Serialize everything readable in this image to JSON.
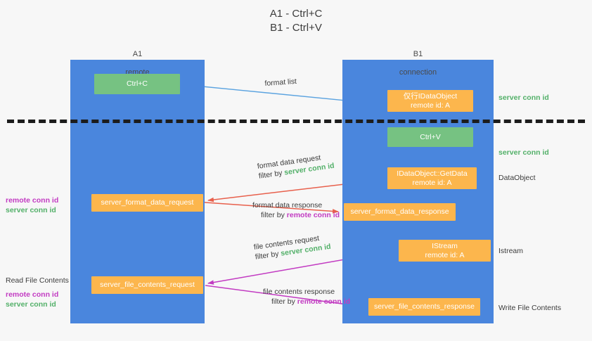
{
  "title": "A1 - Ctrl+C\nB1 - Ctrl+V",
  "colors": {
    "lane": "#4a86dd",
    "green_node": "#76c282",
    "orange_node": "#fcb64d",
    "server_conn_id": "#53b069",
    "remote_conn_id": "#c23bc2",
    "divider": "#1c1c1c",
    "arrow_blue": "#5ba3e0",
    "arrow_red": "#e8604c",
    "arrow_magenta": "#c23bc2",
    "arrow_black": "#1c1c1c",
    "background": "#f7f7f7"
  },
  "columns": [
    {
      "id": "a1",
      "title": "A1",
      "subtitle": "remote"
    },
    {
      "id": "b1",
      "title": "B1",
      "subtitle": "connection"
    }
  ],
  "nodes": {
    "ctrl_c": {
      "label": "Ctrl+C",
      "sub": ""
    },
    "idataobject": {
      "label": "仅行IDataObject",
      "sub": "remote id: A"
    },
    "ctrl_v": {
      "label": "Ctrl+V",
      "sub": ""
    },
    "getdata": {
      "label": "IDataObject::GetData",
      "sub": "remote id: A"
    },
    "istream": {
      "label": "IStream",
      "sub": "remote id: A"
    },
    "fmt_request": {
      "label": "server_format_data_request"
    },
    "fmt_response": {
      "label": "server_format_data_response"
    },
    "file_request": {
      "label": "server_file_contents_request"
    },
    "file_response": {
      "label": "server_file_contents_response"
    }
  },
  "arrow_captions": {
    "format_list": {
      "line1": "format list"
    },
    "format_data_request": {
      "line1": "format data request",
      "filter_prefix": "filter by ",
      "filter_key": "server conn id"
    },
    "format_data_response": {
      "line1": "format data response",
      "filter_prefix": "filter by ",
      "filter_key": "remote conn id"
    },
    "file_contents_request": {
      "line1": "file contents request",
      "filter_prefix": "filter by ",
      "filter_key": "server conn id"
    },
    "file_contents_response": {
      "line1": "file contents response",
      "filter_prefix": "filter by ",
      "filter_key": "remote conn id"
    }
  },
  "right_labels": {
    "server_conn_id_top": "server conn id",
    "server_conn_id_mid": "server conn id",
    "dataobject": "DataObject",
    "istream": "Istream",
    "write_file_contents": "Write File Contents"
  },
  "left_labels": {
    "remote_conn_id_1": "remote conn id",
    "server_conn_id_1": "server conn id",
    "read_file_contents": "Read File Contents",
    "remote_conn_id_2": "remote conn id",
    "server_conn_id_2": "server conn id"
  }
}
